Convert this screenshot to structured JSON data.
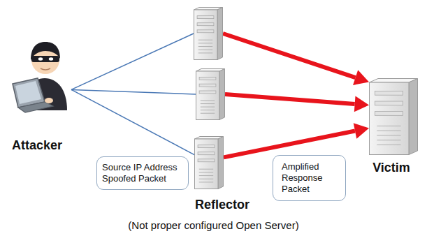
{
  "diagram": {
    "caption": "(Not proper configured Open Server)",
    "nodes": [
      {
        "text": [
          "Attacker"
        ]
      },
      {
        "text": []
      },
      {
        "text": []
      },
      {
        "text": [
          "Reflector"
        ]
      },
      {
        "text": [
          "Victim"
        ]
      },
      {
        "text": [
          "Source IP Address Spoofed Packet"
        ]
      },
      {
        "text": [
          "Amplified Response Packet"
        ]
      }
    ],
    "edges": [
      {
        "from": 0,
        "to": 1,
        "arrow": "none"
      },
      {
        "from": 0,
        "to": 2,
        "arrow": "none"
      },
      {
        "from": 0,
        "to": 3,
        "arrow": "none"
      },
      {
        "from": 1,
        "to": 4,
        "arrow": "to"
      },
      {
        "from": 2,
        "to": 4,
        "arrow": "to"
      },
      {
        "from": 3,
        "to": 4,
        "arrow": "to"
      }
    ]
  }
}
